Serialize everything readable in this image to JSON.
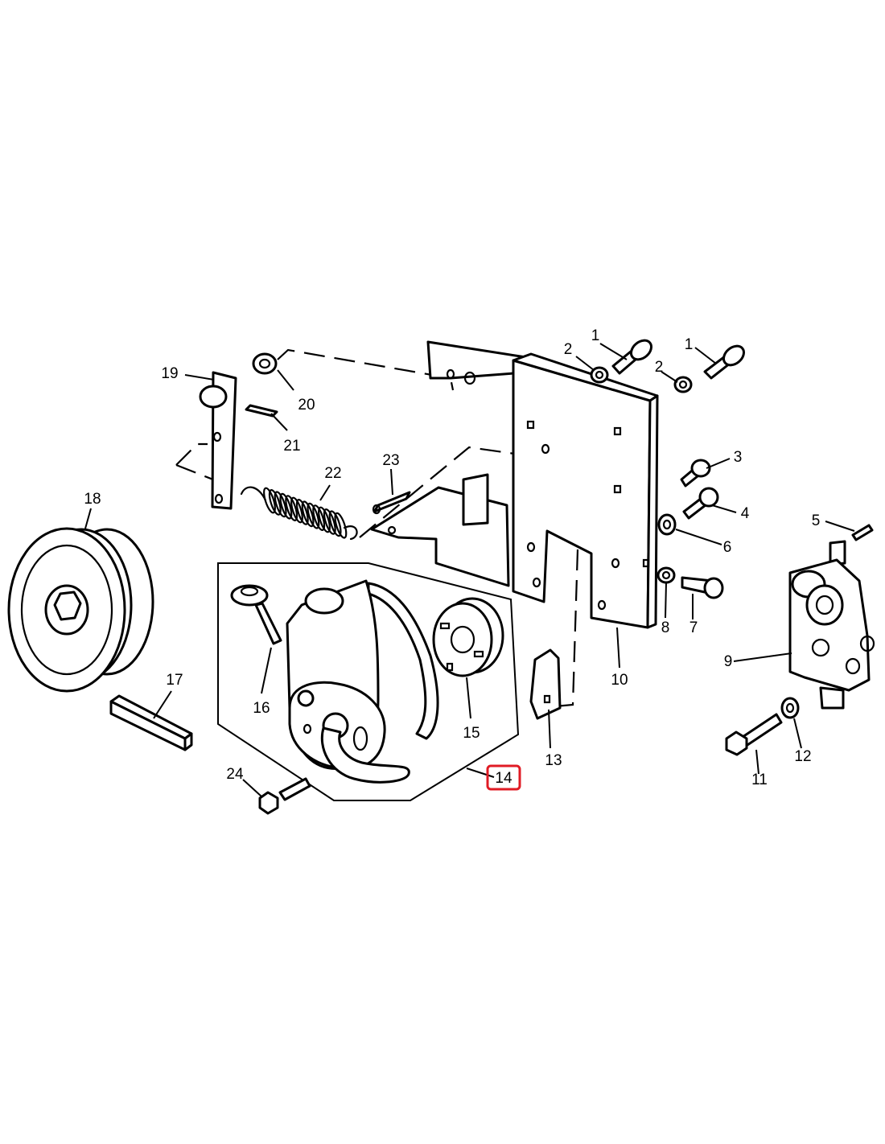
{
  "callouts": [
    {
      "id": "c1a",
      "text": "1"
    },
    {
      "id": "c1b",
      "text": "1"
    },
    {
      "id": "c2a",
      "text": "2"
    },
    {
      "id": "c2b",
      "text": "2"
    },
    {
      "id": "c3",
      "text": "3"
    },
    {
      "id": "c4",
      "text": "4"
    },
    {
      "id": "c5",
      "text": "5"
    },
    {
      "id": "c6",
      "text": "6"
    },
    {
      "id": "c7",
      "text": "7"
    },
    {
      "id": "c8",
      "text": "8"
    },
    {
      "id": "c9",
      "text": "9"
    },
    {
      "id": "c10",
      "text": "10"
    },
    {
      "id": "c11",
      "text": "11"
    },
    {
      "id": "c12",
      "text": "12"
    },
    {
      "id": "c13",
      "text": "13"
    },
    {
      "id": "c14",
      "text": "14"
    },
    {
      "id": "c15",
      "text": "15"
    },
    {
      "id": "c16",
      "text": "16"
    },
    {
      "id": "c17",
      "text": "17"
    },
    {
      "id": "c18",
      "text": "18"
    },
    {
      "id": "c19",
      "text": "19"
    },
    {
      "id": "c20",
      "text": "20"
    },
    {
      "id": "c21",
      "text": "21"
    },
    {
      "id": "c22",
      "text": "22"
    },
    {
      "id": "c23",
      "text": "23"
    },
    {
      "id": "c24",
      "text": "24"
    }
  ],
  "highlight": {
    "callout": "14",
    "color": "#e01b24"
  }
}
